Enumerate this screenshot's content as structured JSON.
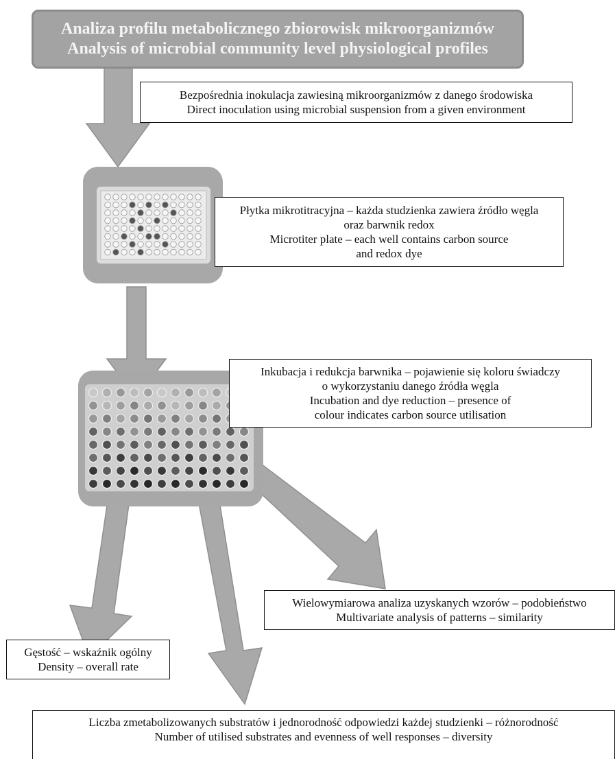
{
  "title": {
    "line1": "Analiza profilu metabolicznego zbiorowisk mikroorganizmów",
    "line2": "Analysis of microbial community level physiological profiles"
  },
  "inoculation": {
    "line1": "Bezpośrednia inokulacja zawiesiną mikroorganizmów z danego środowiska",
    "line2": "Direct inoculation using microbial suspension from a given environment"
  },
  "plate": {
    "line1": "Płytka mikrotitracyjna – każda studzienka zawiera źródło węgla",
    "line2": "oraz barwnik redox",
    "line3": "Microtiter plate – each well contains carbon source",
    "line4": "and redox dye"
  },
  "incubation": {
    "line1": "Inkubacja i redukcja barwnika  – pojawienie się koloru świadczy",
    "line2": "o wykorzystaniu danego źródła węgla",
    "line3": "Incubation and dye reduction – presence of",
    "line4": "colour indicates carbon source utilisation"
  },
  "multivariate": {
    "line1": "Wielowymiarowa analiza uzyskanych wzorów – podobieństwo",
    "line2": "Multivariate analysis of patterns – similarity"
  },
  "density": {
    "line1": "Gęstość – wskaźnik ogólny",
    "line2": "Density – overall rate"
  },
  "diversity": {
    "line1": "Liczba zmetabolizowanych substratów i jednorodność odpowiedzi każdej studzienki  – różnorodność",
    "line2": "Number of utilised substrates and evenness of well responses – diversity"
  }
}
